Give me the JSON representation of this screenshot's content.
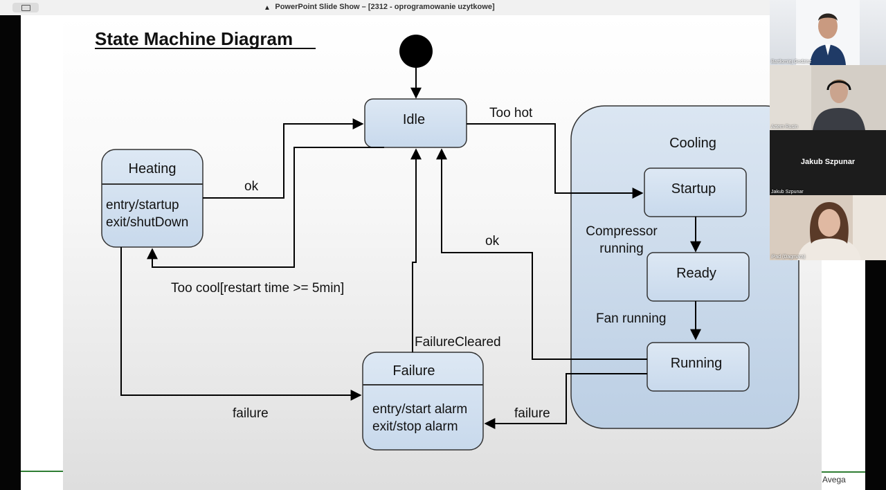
{
  "window": {
    "title": "PowerPoint Slide Show – [2312 - oprogramowanie uzytkowe]"
  },
  "slide": {
    "title": "State Machine Diagram",
    "brand": "Avega",
    "states": {
      "idle": "Idle",
      "heating": {
        "name": "Heating",
        "entry": "entry/startup",
        "exit": "exit/shutDown"
      },
      "cooling": {
        "name": "Cooling",
        "startup": "Startup",
        "ready": "Ready",
        "running": "Running"
      },
      "failure": {
        "name": "Failure",
        "entry": "entry/start alarm",
        "exit": "exit/stop alarm"
      }
    },
    "transitions": {
      "too_hot": "Too hot",
      "ok_heating": "ok",
      "too_cool": "Too cool[restart time >= 5min]",
      "ok_cooling": "ok",
      "compressor_1": "Compressor",
      "compressor_2": "running",
      "fan_running": "Fan running",
      "failure_cleared": "FailureCleared",
      "failure_left": "failure",
      "failure_right": "failure"
    }
  },
  "participants": [
    {
      "name": "Bartłomiej Godzisz"
    },
    {
      "name": "Artem Rusin"
    },
    {
      "name": "Jakub Szpunar"
    },
    {
      "name": "iPad (Dagmara)"
    }
  ]
}
